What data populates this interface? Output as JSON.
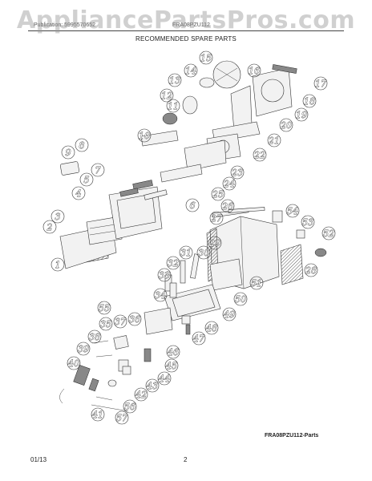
{
  "watermark": "AppliancePartsPros.com",
  "header": {
    "left_text": "Publication: 5995570652",
    "right_text": "FRA08PZU112",
    "title": "RECOMMENDED SPARE PARTS"
  },
  "diagram": {
    "callouts": [
      "1",
      "2",
      "3",
      "4",
      "5",
      "6",
      "7",
      "8",
      "9",
      "10",
      "11",
      "12",
      "13",
      "14",
      "15",
      "16",
      "17",
      "18",
      "19",
      "20",
      "21",
      "22",
      "23",
      "24",
      "25",
      "26",
      "27",
      "28",
      "29",
      "30",
      "31",
      "32",
      "33",
      "34",
      "35",
      "36",
      "37",
      "38",
      "39",
      "40",
      "41",
      "42",
      "43",
      "44",
      "45",
      "46",
      "47",
      "48",
      "49",
      "50",
      "51",
      "52",
      "53",
      "54",
      "55",
      "56",
      "57"
    ]
  },
  "reference_code": "FRA08PZU112-Parts",
  "footer": {
    "date": "01/13",
    "page": "2"
  }
}
